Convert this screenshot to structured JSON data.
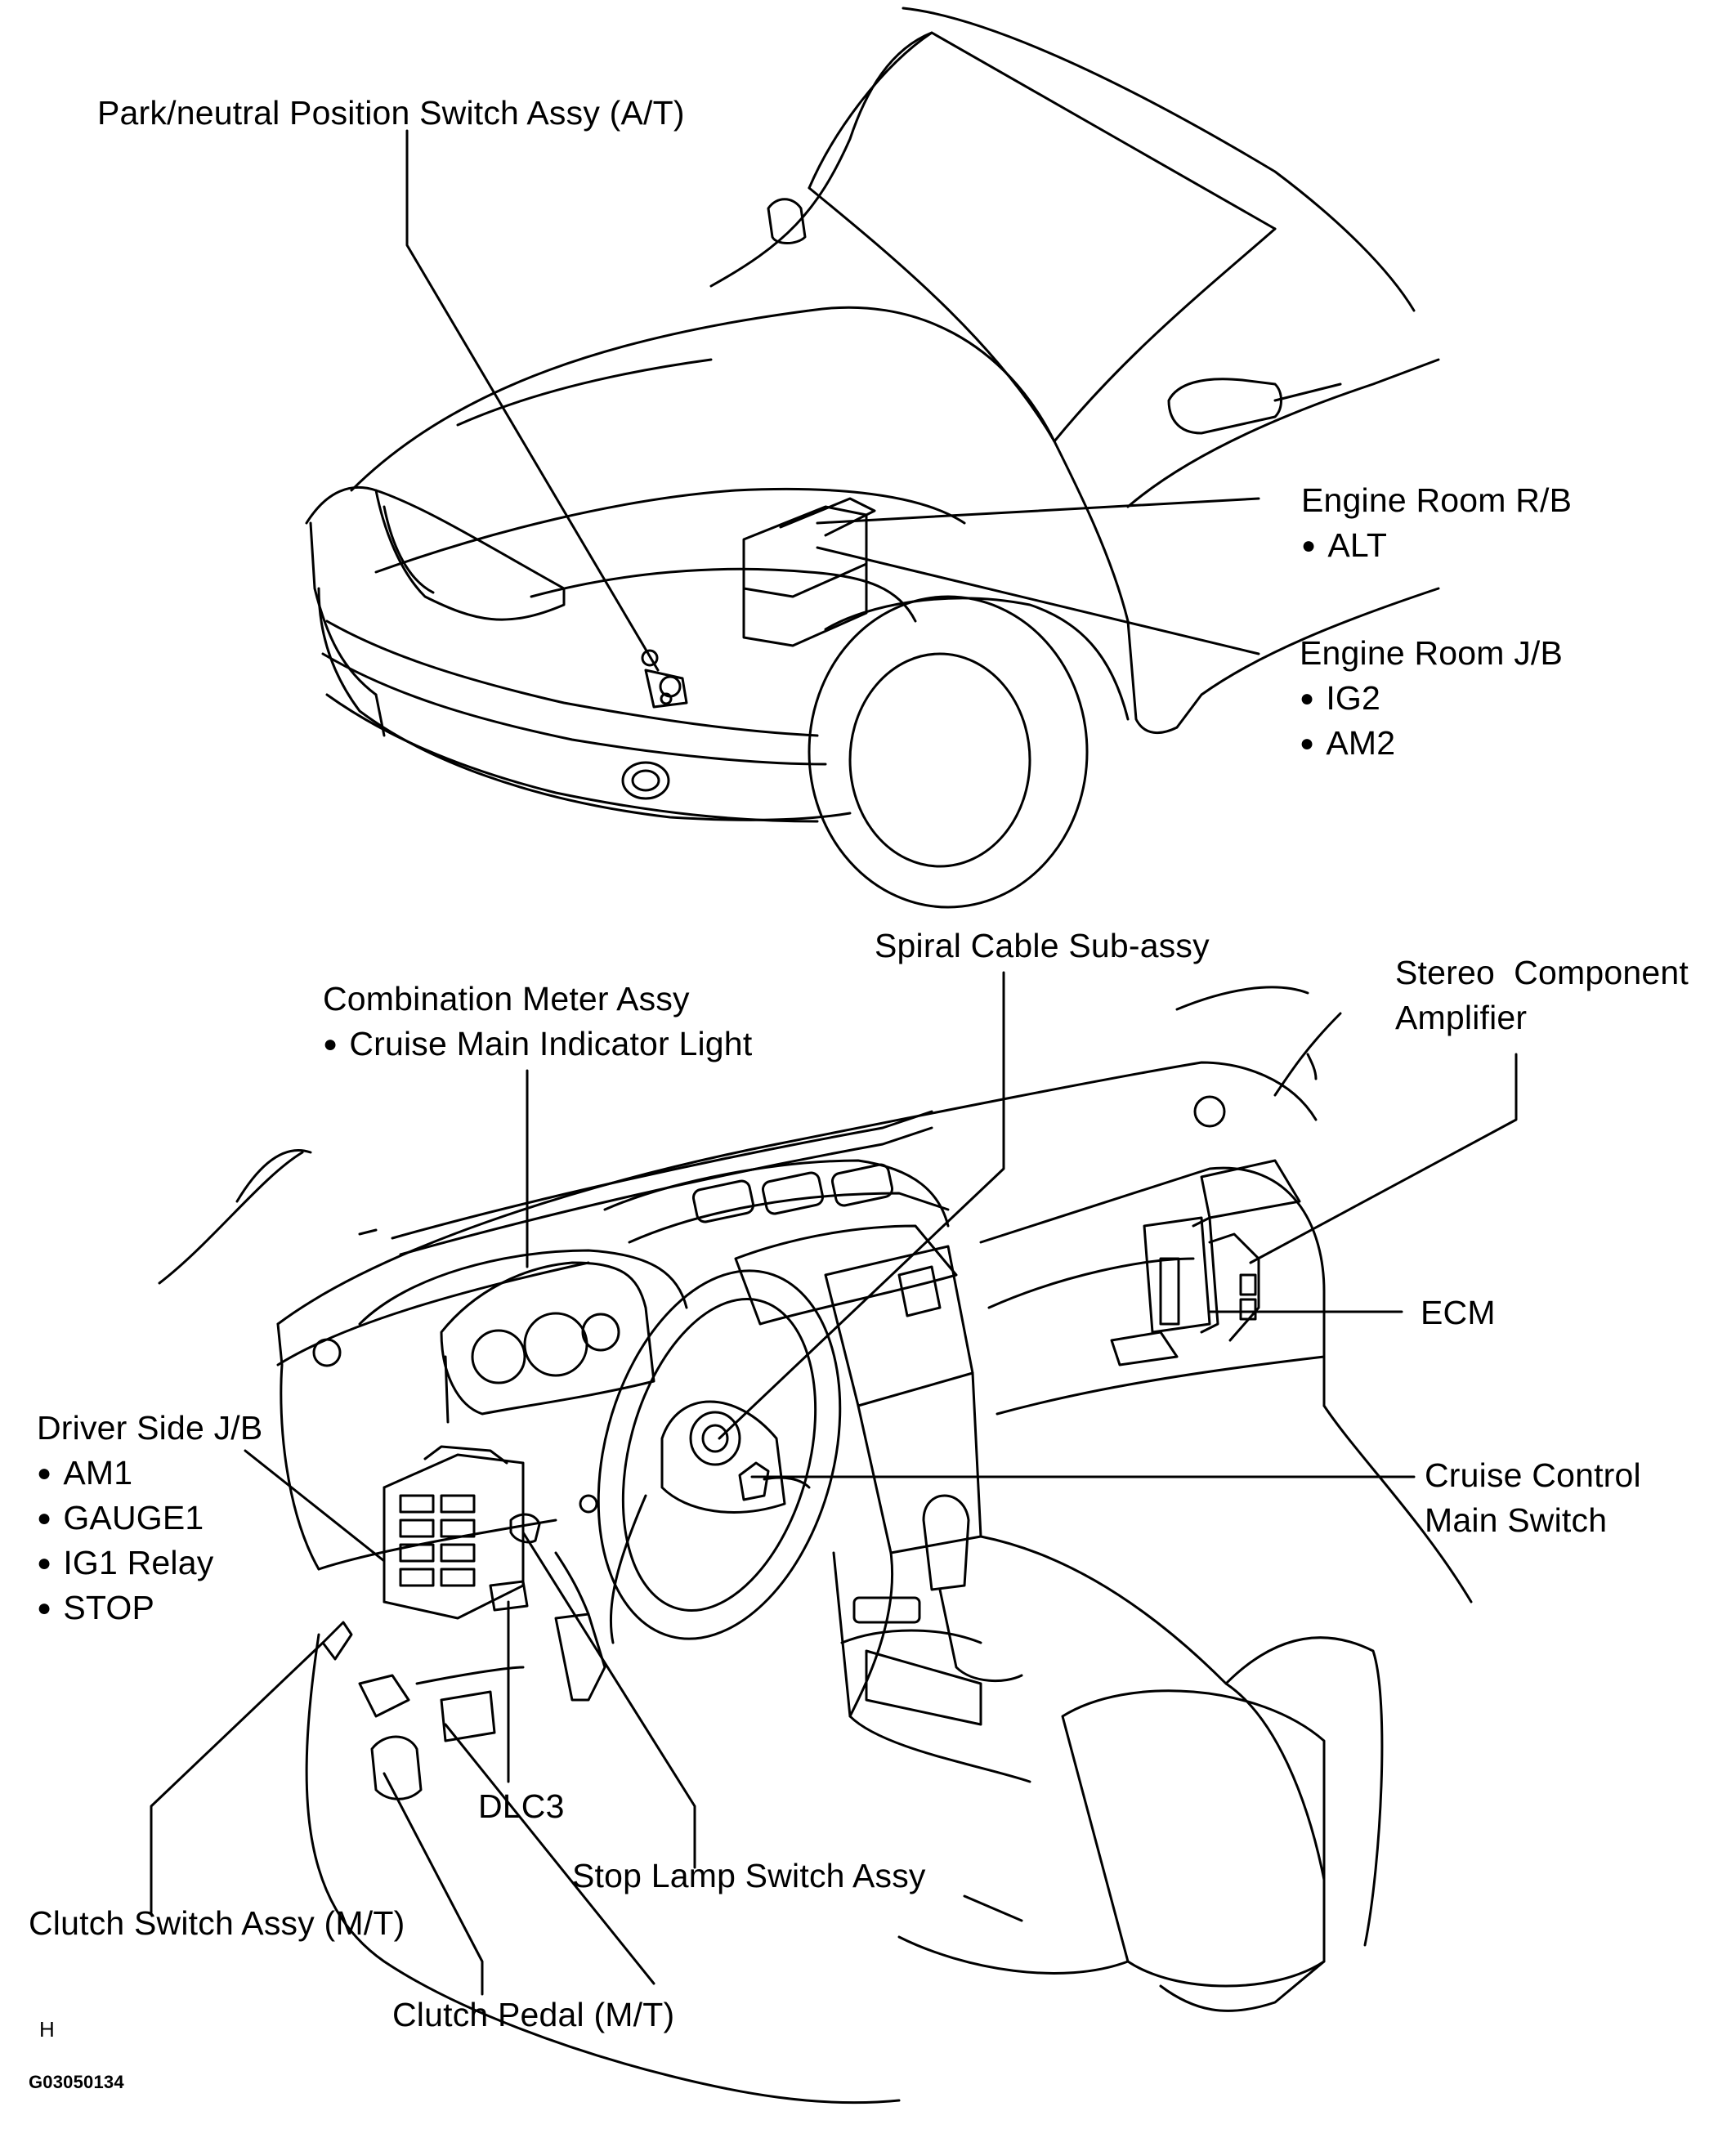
{
  "labels": {
    "park_neutral": "Park/neutral Position Switch Assy (A/T)",
    "engine_room_rb": {
      "title": "Engine Room R/B",
      "items": [
        "ALT"
      ]
    },
    "engine_room_jb": {
      "title": "Engine Room J/B",
      "items": [
        "IG2",
        "AM2"
      ]
    },
    "spiral_cable": "Spiral Cable Sub-assy",
    "combination_meter": {
      "title": "Combination Meter Assy",
      "items": [
        "Cruise Main Indicator Light"
      ]
    },
    "stereo_amp": {
      "line1": "Stereo  Component",
      "line2": "Amplifier"
    },
    "ecm": "ECM",
    "driver_side_jb": {
      "title": "Driver Side J/B",
      "items": [
        "AM1",
        "GAUGE1",
        "IG1 Relay",
        "STOP"
      ]
    },
    "cruise_control": {
      "line1": "Cruise Control",
      "line2": "Main Switch"
    },
    "dlc3": "DLC3",
    "stop_lamp": "Stop Lamp Switch Assy",
    "clutch_switch": "Clutch Switch Assy (M/T)",
    "clutch_pedal": "Clutch Pedal (M/T)"
  },
  "footer": {
    "view_letter": "H",
    "figure_code": "G03050134"
  },
  "colors": {
    "ink": "#000000",
    "paper": "#ffffff"
  }
}
